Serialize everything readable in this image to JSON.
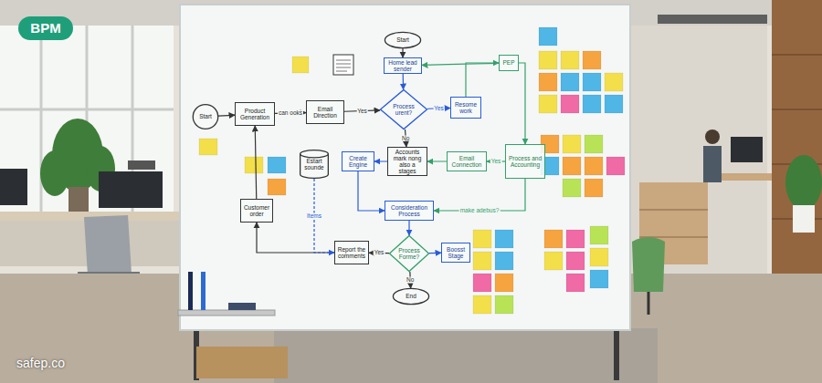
{
  "diagram": {
    "nodes": [
      {
        "text": [
          "Start"
        ]
      },
      {
        "text": [
          "Start"
        ]
      },
      {
        "text": [
          "Product Generation"
        ]
      },
      {
        "text": [
          "Email Direction"
        ]
      },
      {
        "text": [
          "Home lead sender"
        ]
      },
      {
        "text": [
          "Process urent?"
        ]
      },
      {
        "text": [
          "Resome work"
        ]
      },
      {
        "text": [
          "PEP"
        ]
      },
      {
        "text": [
          "Estart sounde"
        ]
      },
      {
        "text": [
          "Create Engine"
        ]
      },
      {
        "text": [
          "Accounts mark nong also a stages"
        ]
      },
      {
        "text": [
          "Email Connection"
        ]
      },
      {
        "text": [
          "Process and Accounting"
        ]
      },
      {
        "text": [
          "Customer order"
        ]
      },
      {
        "text": [
          "Consideration Process"
        ]
      },
      {
        "text": [
          "Report the comments"
        ]
      },
      {
        "text": [
          "Process Forme?"
        ]
      },
      {
        "text": [
          "Boosst Stage"
        ]
      },
      {
        "text": [
          "End"
        ]
      }
    ],
    "edges": [
      {
        "from": 1,
        "to": 2,
        "arrow": "to"
      },
      {
        "from": 2,
        "to": 3,
        "label": "can ooks",
        "arrow": "to"
      },
      {
        "from": 3,
        "to": 5,
        "label": "Yes",
        "arrow": "to"
      },
      {
        "from": 0,
        "to": 4,
        "arrow": "to"
      },
      {
        "from": 4,
        "to": 5,
        "arrow": "to"
      },
      {
        "from": 5,
        "to": 6,
        "label": "Yes",
        "arrow": "to"
      },
      {
        "from": 6,
        "to": 7,
        "arrow": "to"
      },
      {
        "from": 7,
        "to": 4,
        "arrow": "to"
      },
      {
        "from": 5,
        "to": 10,
        "label": "No",
        "arrow": "to"
      },
      {
        "from": 10,
        "to": 9,
        "arrow": "to"
      },
      {
        "from": 11,
        "to": 10,
        "arrow": "to"
      },
      {
        "from": 12,
        "to": 11,
        "label": "Yes",
        "arrow": "to"
      },
      {
        "from": 7,
        "to": 12,
        "arrow": "to"
      },
      {
        "from": 12,
        "to": 14,
        "label": "make adebus?",
        "arrow": "to"
      },
      {
        "from": 9,
        "to": 14,
        "arrow": "to"
      },
      {
        "from": 14,
        "to": 16,
        "arrow": "to"
      },
      {
        "from": 16,
        "to": 15,
        "label": "Yes",
        "arrow": "to"
      },
      {
        "from": 16,
        "to": 17,
        "arrow": "to"
      },
      {
        "from": 16,
        "to": 18,
        "label": "No",
        "arrow": "to"
      },
      {
        "from": 15,
        "to": 13,
        "arrow": "to"
      },
      {
        "from": 13,
        "to": 2,
        "arrow": "to"
      },
      {
        "from": 8,
        "to": 15,
        "label": "Items",
        "arrow": "to"
      }
    ],
    "labels": [
      "BPM",
      "safep.co"
    ]
  }
}
